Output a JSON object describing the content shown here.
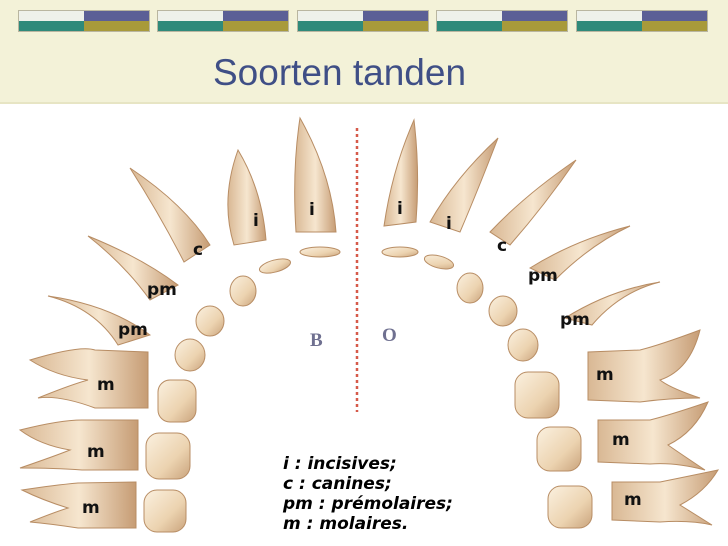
{
  "title": "Soorten tanden",
  "sides": {
    "left": "B",
    "right": "O"
  },
  "labels": {
    "incisor": "i",
    "canine": "c",
    "premolar": "pm",
    "molar": "m"
  },
  "legend": [
    "i : incisives;",
    "c : canines;",
    "pm : prémolaires;",
    "m : molaires."
  ],
  "colors": {
    "title": "#3f4f86",
    "header_bg": "#f3f2d8",
    "deco_teal": "#2f8a7a",
    "deco_navy": "#5b5f96",
    "deco_olive": "#a89a3a",
    "tooth": "#efdcc0",
    "midline": "#d65a4a"
  }
}
